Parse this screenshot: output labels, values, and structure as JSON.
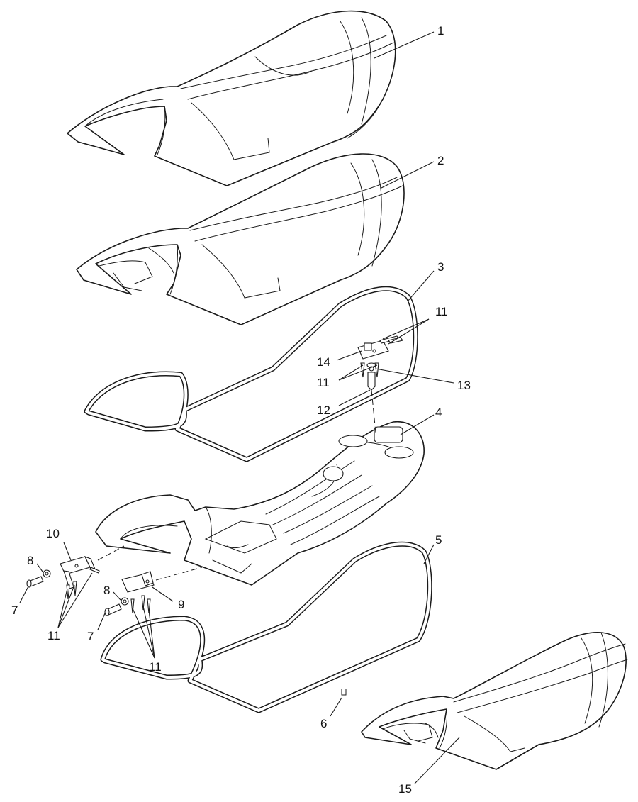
{
  "callouts": {
    "c1": "1",
    "c2": "2",
    "c3": "3",
    "c4": "4",
    "c5": "5",
    "c6": "6",
    "c7a": "7",
    "c7b": "7",
    "c8a": "8",
    "c8b": "8",
    "c9": "9",
    "c10": "10",
    "c11a": "11",
    "c11b": "11",
    "c11c": "11",
    "c11d": "11",
    "c12": "12",
    "c13": "13",
    "c14": "14",
    "c15": "15"
  },
  "colors": {
    "line": "#1a1a1a",
    "background": "#ffffff"
  }
}
